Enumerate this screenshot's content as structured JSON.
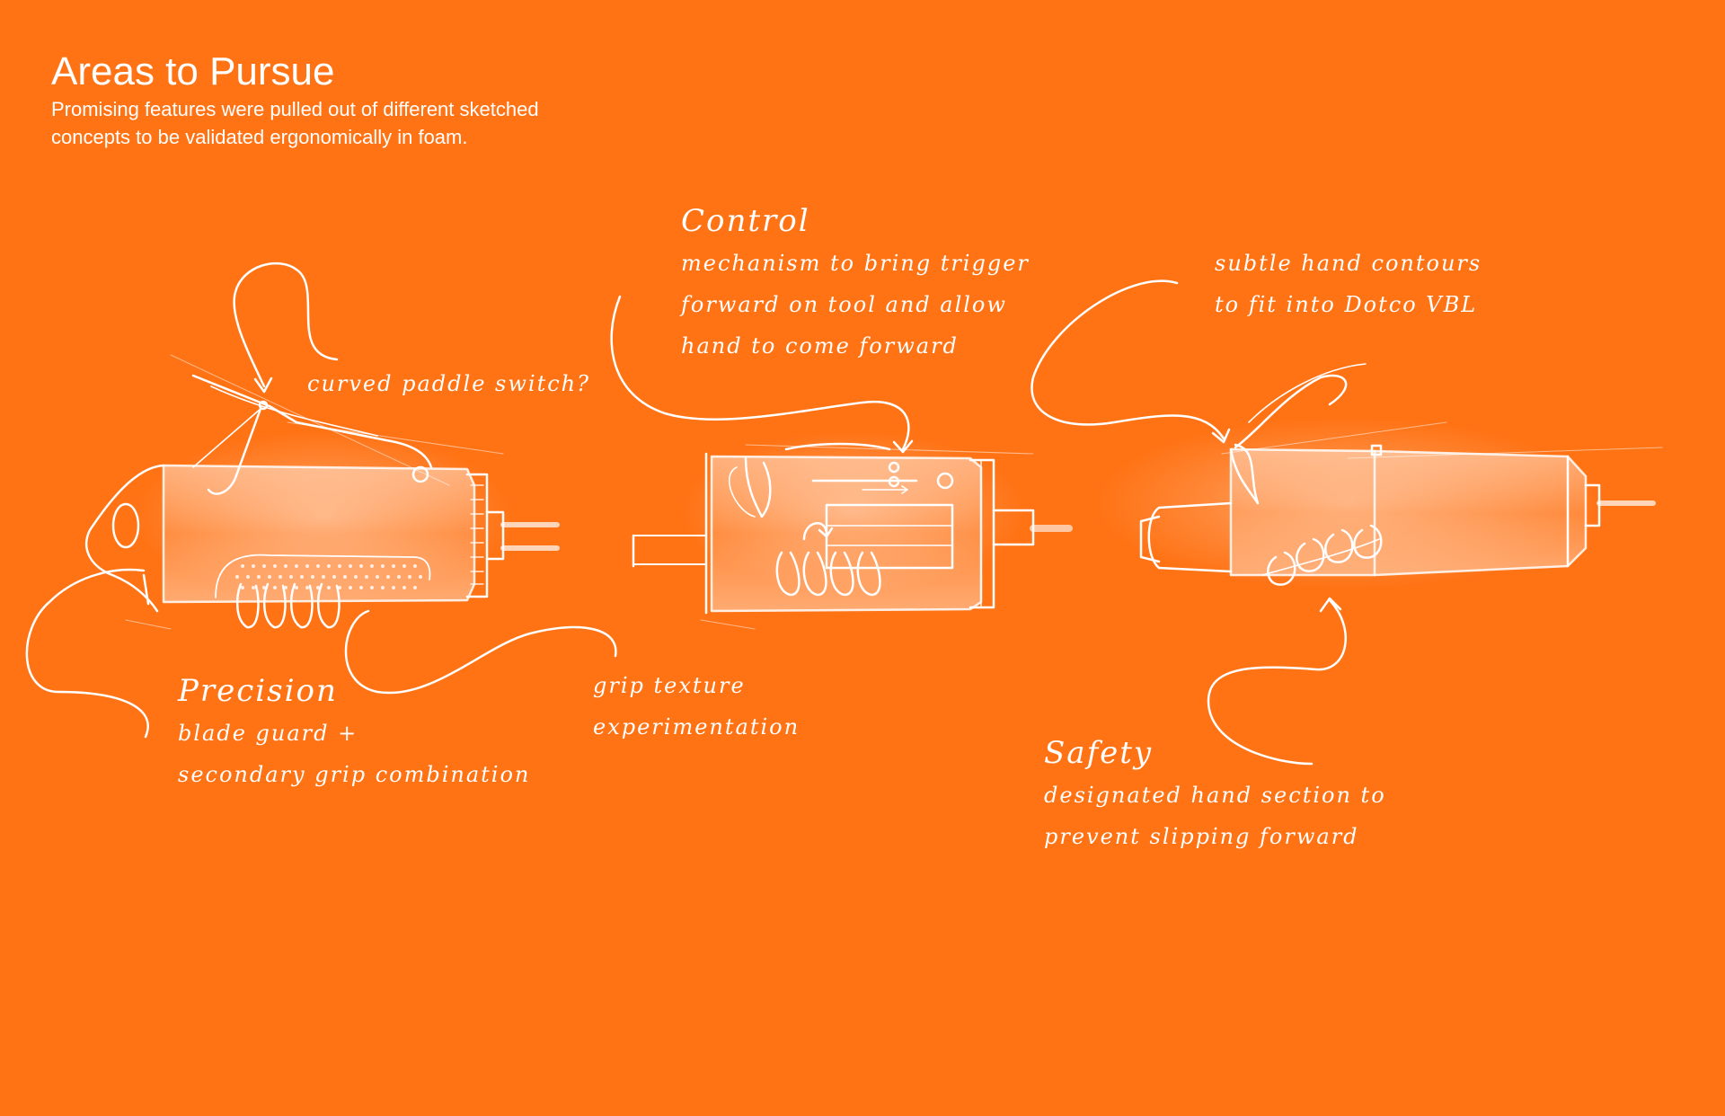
{
  "header": {
    "title": "Areas to Pursue",
    "subtitle_line1": "Promising features were pulled out of different sketched",
    "subtitle_line2": "concepts to be validated ergonomically in foam."
  },
  "annotations": {
    "paddle_switch": "curved paddle switch?",
    "precision": {
      "title": "Precision",
      "line1": "blade guard +",
      "line2": "secondary grip combination"
    },
    "grip_texture": {
      "line1": "grip texture",
      "line2": "experimentation"
    },
    "control": {
      "title": "Control",
      "line1": "mechanism to bring trigger",
      "line2": "forward on tool and allow",
      "line3": "hand to come forward"
    },
    "contours": {
      "line1": "subtle hand contours",
      "line2": "to fit into Dotco VBL"
    },
    "safety": {
      "title": "Safety",
      "line1": "designated hand section to",
      "line2": "prevent slipping forward"
    }
  },
  "colors": {
    "background": "#FF7315",
    "sketch_line": "#FFFFFF"
  }
}
